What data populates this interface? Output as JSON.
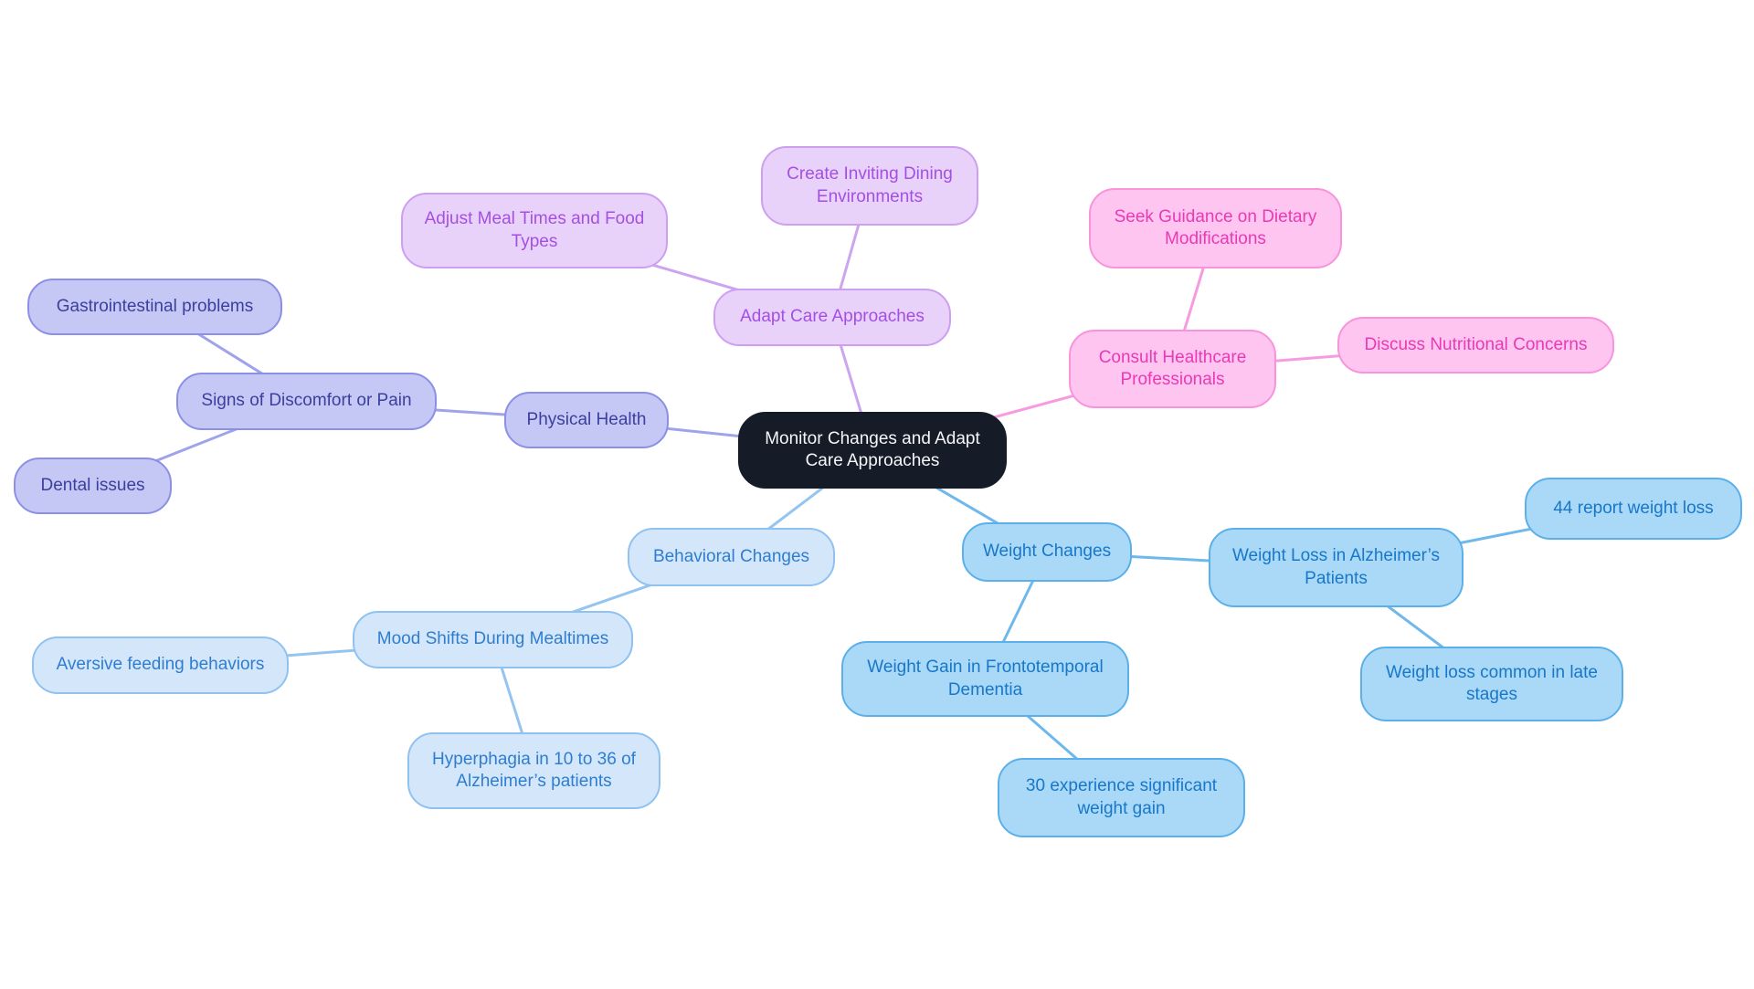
{
  "palette": {
    "root": {
      "fill": "#151C28",
      "border": "#151C28",
      "text": "#F4F6F8",
      "edge": "#151C28"
    },
    "periwinkle": {
      "fill": "#C5C7F4",
      "border": "#8B90E6",
      "text": "#3B3F9E",
      "edge": "#9EA3EC"
    },
    "violet": {
      "fill": "#E9D2F9",
      "border": "#CE9FF1",
      "text": "#A44FE3",
      "edge": "#CDA4F0"
    },
    "pink": {
      "fill": "#FDC5EF",
      "border": "#F893DC",
      "text": "#E93AB5",
      "edge": "#F79ADF"
    },
    "lightblue": {
      "fill": "#D4E7FA",
      "border": "#8FC2F0",
      "text": "#2E7DD1",
      "edge": "#94C5F1"
    },
    "skyblue": {
      "fill": "#A9D9F7",
      "border": "#5CB0EA",
      "text": "#1877C9",
      "edge": "#6FB8EC"
    }
  },
  "mindmap": {
    "nodes": [
      {
        "id": "root",
        "label": "Monitor Changes and Adapt Care Approaches",
        "cluster": "root"
      },
      {
        "id": "physical-health",
        "label": "Physical Health",
        "cluster": "periwinkle"
      },
      {
        "id": "signs-of-discomfort",
        "label": "Signs of Discomfort or Pain",
        "cluster": "periwinkle"
      },
      {
        "id": "gastrointestinal",
        "label": "Gastrointestinal problems",
        "cluster": "periwinkle"
      },
      {
        "id": "dental-issues",
        "label": "Dental issues",
        "cluster": "periwinkle"
      },
      {
        "id": "adapt-care",
        "label": "Adapt Care Approaches",
        "cluster": "violet"
      },
      {
        "id": "adjust-meal",
        "label": "Adjust Meal Times and Food Types",
        "cluster": "violet"
      },
      {
        "id": "create-dining",
        "label": "Create Inviting Dining Environments",
        "cluster": "violet"
      },
      {
        "id": "consult-professionals",
        "label": "Consult Healthcare Professionals",
        "cluster": "pink"
      },
      {
        "id": "seek-guidance",
        "label": "Seek Guidance on Dietary Modifications",
        "cluster": "pink"
      },
      {
        "id": "discuss-nutrition",
        "label": "Discuss Nutritional Concerns",
        "cluster": "pink"
      },
      {
        "id": "behavioral-changes",
        "label": "Behavioral Changes",
        "cluster": "lightblue"
      },
      {
        "id": "mood-shifts",
        "label": "Mood Shifts During Mealtimes",
        "cluster": "lightblue"
      },
      {
        "id": "aversive-feeding",
        "label": "Aversive feeding behaviors",
        "cluster": "lightblue"
      },
      {
        "id": "hyperphagia",
        "label": "Hyperphagia in 10 to 36 of Alzheimer’s patients",
        "cluster": "lightblue"
      },
      {
        "id": "weight-changes",
        "label": "Weight Changes",
        "cluster": "skyblue"
      },
      {
        "id": "weight-loss-alzheimers",
        "label": "Weight Loss in Alzheimer’s Patients",
        "cluster": "skyblue"
      },
      {
        "id": "report-weight-loss",
        "label": "44 report weight loss",
        "cluster": "skyblue"
      },
      {
        "id": "weight-loss-late-stages",
        "label": "Weight loss common in late stages",
        "cluster": "skyblue"
      },
      {
        "id": "weight-gain-ftd",
        "label": "Weight Gain in Frontotemporal Dementia",
        "cluster": "skyblue"
      },
      {
        "id": "significant-weight-gain",
        "label": "30 experience significant weight gain",
        "cluster": "skyblue"
      }
    ],
    "edges": [
      {
        "from": "root",
        "to": "physical-health"
      },
      {
        "from": "physical-health",
        "to": "signs-of-discomfort"
      },
      {
        "from": "signs-of-discomfort",
        "to": "gastrointestinal"
      },
      {
        "from": "signs-of-discomfort",
        "to": "dental-issues"
      },
      {
        "from": "root",
        "to": "adapt-care"
      },
      {
        "from": "adapt-care",
        "to": "adjust-meal"
      },
      {
        "from": "adapt-care",
        "to": "create-dining"
      },
      {
        "from": "root",
        "to": "consult-professionals"
      },
      {
        "from": "consult-professionals",
        "to": "seek-guidance"
      },
      {
        "from": "consult-professionals",
        "to": "discuss-nutrition"
      },
      {
        "from": "root",
        "to": "behavioral-changes"
      },
      {
        "from": "behavioral-changes",
        "to": "mood-shifts"
      },
      {
        "from": "mood-shifts",
        "to": "aversive-feeding"
      },
      {
        "from": "mood-shifts",
        "to": "hyperphagia"
      },
      {
        "from": "root",
        "to": "weight-changes"
      },
      {
        "from": "weight-changes",
        "to": "weight-loss-alzheimers"
      },
      {
        "from": "weight-changes",
        "to": "weight-gain-ftd"
      },
      {
        "from": "weight-loss-alzheimers",
        "to": "report-weight-loss"
      },
      {
        "from": "weight-loss-alzheimers",
        "to": "weight-loss-late-stages"
      },
      {
        "from": "weight-gain-ftd",
        "to": "significant-weight-gain"
      }
    ]
  }
}
